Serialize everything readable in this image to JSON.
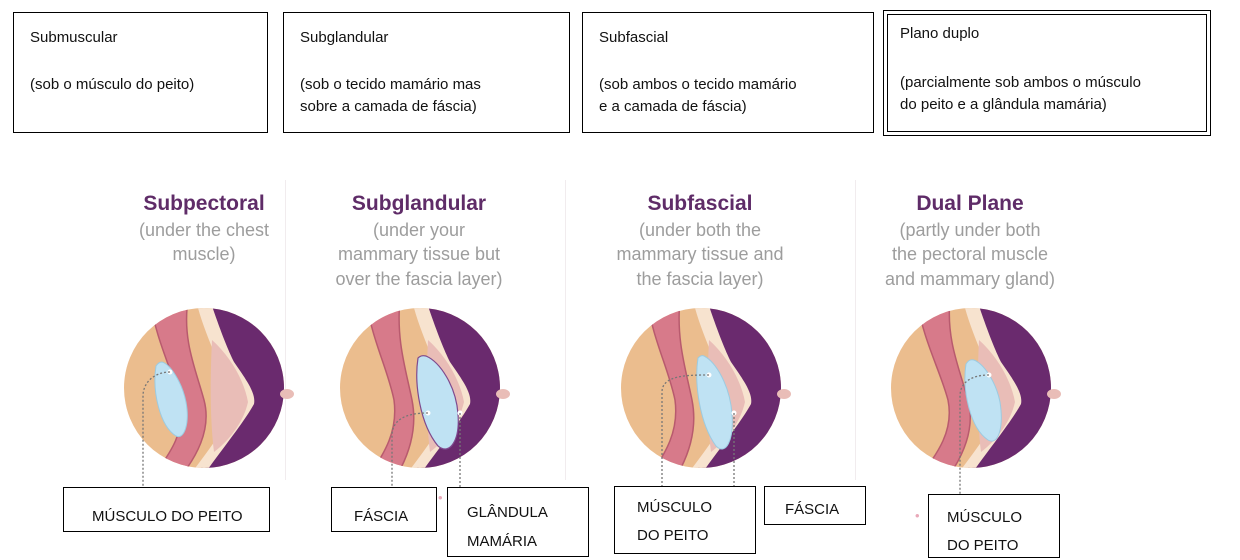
{
  "pt_boxes": [
    {
      "title": "Submuscular",
      "line1": "(sob o músculo do peito)",
      "line2": ""
    },
    {
      "title": "Subglandular",
      "line1": "(sob o tecido mamário mas",
      "line2": "sobre a camada de fáscia)"
    },
    {
      "title": "Subfascial",
      "line1": "(sob ambos o tecido mamário",
      "line2": "e a camada de fáscia)"
    },
    {
      "title": "Plano duplo",
      "line1": "(parcialmente sob ambos o músculo",
      "line2": "do peito e a glândula mamária)"
    }
  ],
  "en_panels": [
    {
      "title": "Subpectoral",
      "lines": [
        "(under the chest",
        "muscle)"
      ]
    },
    {
      "title": "Subglandular",
      "lines": [
        "(under your",
        "mammary tissue but",
        "over the fascia layer)"
      ]
    },
    {
      "title": "Subfascial",
      "lines": [
        "(under both the",
        "mammary tissue and",
        "the fascia layer)"
      ]
    },
    {
      "title": "Dual Plane",
      "lines": [
        "(partly under both",
        "the pectoral muscle",
        "and mammary gland)"
      ]
    }
  ],
  "labels": {
    "muscle1": {
      "line1": "MÚSCULO DO PEITO",
      "line2": ""
    },
    "fascia1": {
      "line1": "FÁSCIA",
      "line2": ""
    },
    "gland1": {
      "line1": "GLÂNDULA",
      "line2": "MAMÁRIA"
    },
    "muscle2": {
      "line1": "MÚSCULO",
      "line2": "DO PEITO"
    },
    "fascia2": {
      "line1": "FÁSCIA",
      "line2": ""
    },
    "muscle3": {
      "line1": "MÚSCULO",
      "line2": "DO PEITO"
    }
  },
  "colors": {
    "skin": "#ebbd8e",
    "muscle": "#d77a8a",
    "muscle_edge": "#b85a6e",
    "gland": "#e9bdb7",
    "fat_band": "#f7e3cf",
    "outer": "#6a2a6e",
    "implant": "#bfe2f3",
    "title": "#5f2c68"
  }
}
